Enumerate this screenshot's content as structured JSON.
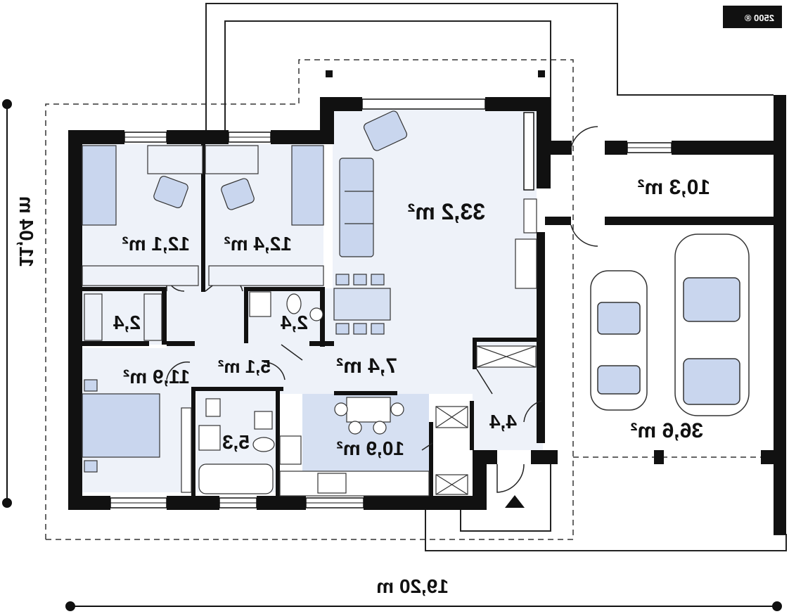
{
  "plan": {
    "badge": "2500 ®",
    "dimensions": {
      "width": "19,20 m",
      "depth": "11,04 m"
    },
    "rooms": [
      {
        "id": "bedroom-1",
        "area": "12,1 m²"
      },
      {
        "id": "bedroom-2",
        "area": "12,4 m²"
      },
      {
        "id": "living-room",
        "area": "33,2 m²"
      },
      {
        "id": "utility",
        "area": "10,3 m²"
      },
      {
        "id": "wardrobe",
        "area": "2,4"
      },
      {
        "id": "wc",
        "area": "2,4"
      },
      {
        "id": "bedroom-3",
        "area": "11,9 m²"
      },
      {
        "id": "hall",
        "area": "5,1 m²"
      },
      {
        "id": "corridor",
        "area": "7,4 m²"
      },
      {
        "id": "bathroom",
        "area": "5,3"
      },
      {
        "id": "kitchen",
        "area": "10,9 m²"
      },
      {
        "id": "vestibule",
        "area": "4,4"
      },
      {
        "id": "garage",
        "area": "36,6 m²"
      }
    ],
    "colors": {
      "wall": "#111111",
      "floor": "#eef2f9",
      "furniture": "#c9d6ee",
      "outline": "#333333"
    }
  }
}
